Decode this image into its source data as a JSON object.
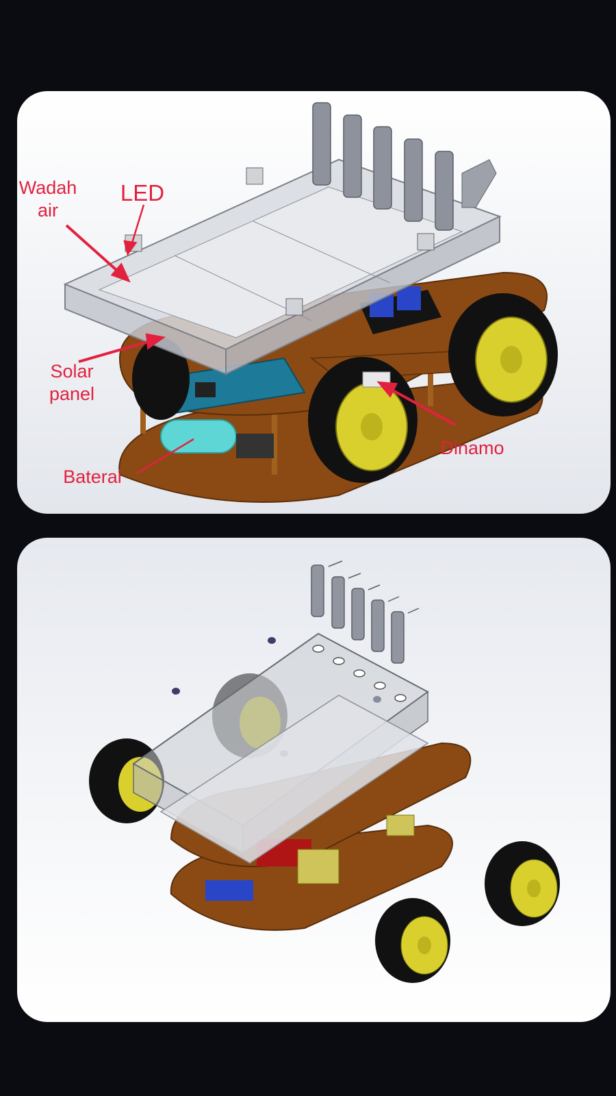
{
  "labels": {
    "wadah_air_line1": "Wadah",
    "wadah_air_line2": "air",
    "led": "LED",
    "solar_line1": "Solar",
    "solar_line2": "panel",
    "baterai": "Baterai",
    "dinamo": "Dinamo"
  },
  "colors": {
    "label": "#e2213f",
    "chassis": "#8b4a14",
    "wheel_tire": "#111111",
    "wheel_hub": "#d9d02e",
    "arduino": "#1d7a99",
    "relay": "#2a46c8",
    "battery": "#5fd6d6",
    "acrylic": "#c9ccd2",
    "background": "#0b0b12"
  },
  "icons": [
    "water-container",
    "led",
    "solar-panel",
    "battery",
    "dynamo",
    "wheel",
    "arduino-board",
    "relay-module"
  ]
}
